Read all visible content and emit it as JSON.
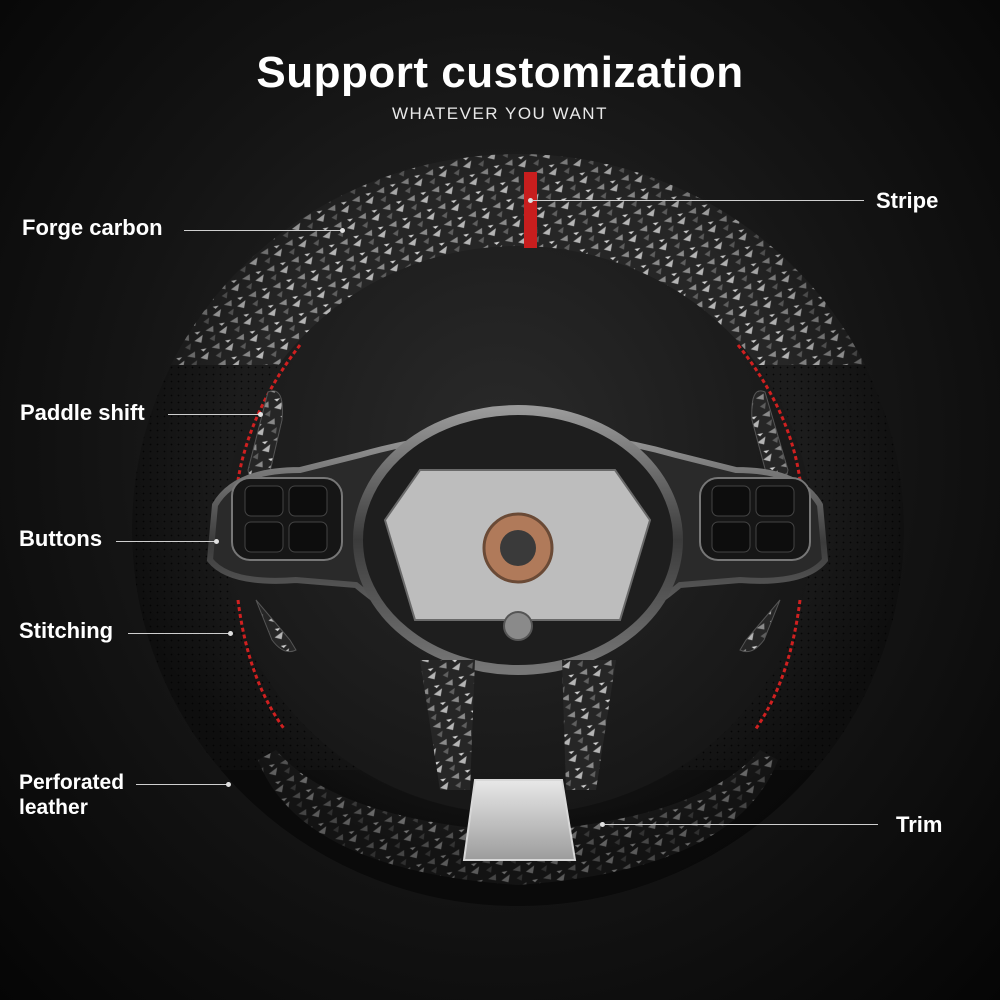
{
  "header": {
    "title": "Support customization",
    "subtitle": "WHATEVER YOU WANT"
  },
  "callouts": {
    "forge_carbon": "Forge carbon",
    "paddle_shift": "Paddle shift",
    "buttons": "Buttons",
    "stitching": "Stitching",
    "perforated_leather_line1": "Perforated",
    "perforated_leather_line2": "leather",
    "stripe": "Stripe",
    "trim": "Trim"
  },
  "colors": {
    "stripe": "#c81e1e",
    "stitching": "#d02020",
    "leather": "#1b1b1b",
    "carbon": "#2e2e2e"
  }
}
